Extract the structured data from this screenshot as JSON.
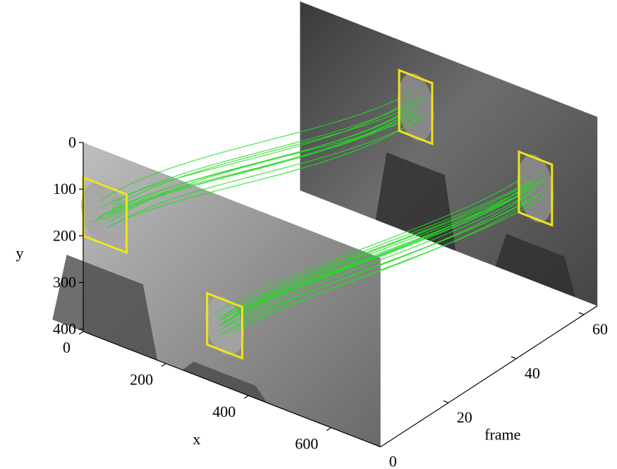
{
  "chart_data": {
    "type": "3d-trajectory",
    "xlabel": "x",
    "ylabel": "y",
    "zlabel": "frame",
    "x_ticks": [
      0,
      200,
      400,
      600
    ],
    "y_ticks": [
      0,
      100,
      200,
      300,
      400
    ],
    "frame_ticks": [
      0,
      20,
      40,
      60
    ],
    "xlim": [
      0,
      720
    ],
    "ylim": [
      0,
      405
    ],
    "frame_lim": [
      0,
      64
    ],
    "grid": false,
    "frames": [
      {
        "frame": 0,
        "image": "grayscale video frame with two faces",
        "face_boxes": [
          {
            "x": [
              0,
              105
            ],
            "y": [
              75,
              200
            ]
          },
          {
            "x": [
              300,
              385
            ],
            "y": [
              220,
              330
            ]
          }
        ]
      },
      {
        "frame": 64,
        "image": "grayscale video frame with two faces",
        "face_boxes": [
          {
            "x": [
              240,
              320
            ],
            "y": [
              65,
              195
            ]
          },
          {
            "x": [
              530,
              610
            ],
            "y": [
              140,
              270
            ]
          }
        ]
      }
    ],
    "tracks": [
      {
        "name": "",
        "color": "#22dd22",
        "start_center": [
          52,
          135
        ],
        "end_center": [
          280,
          125
        ],
        "count": 12
      },
      {
        "name": "",
        "color": "#22dd22",
        "start_center": [
          342,
          275
        ],
        "end_center": [
          570,
          205
        ],
        "count": 16
      }
    ],
    "box_color": "#f2e318",
    "track_color": "#22dd22"
  }
}
